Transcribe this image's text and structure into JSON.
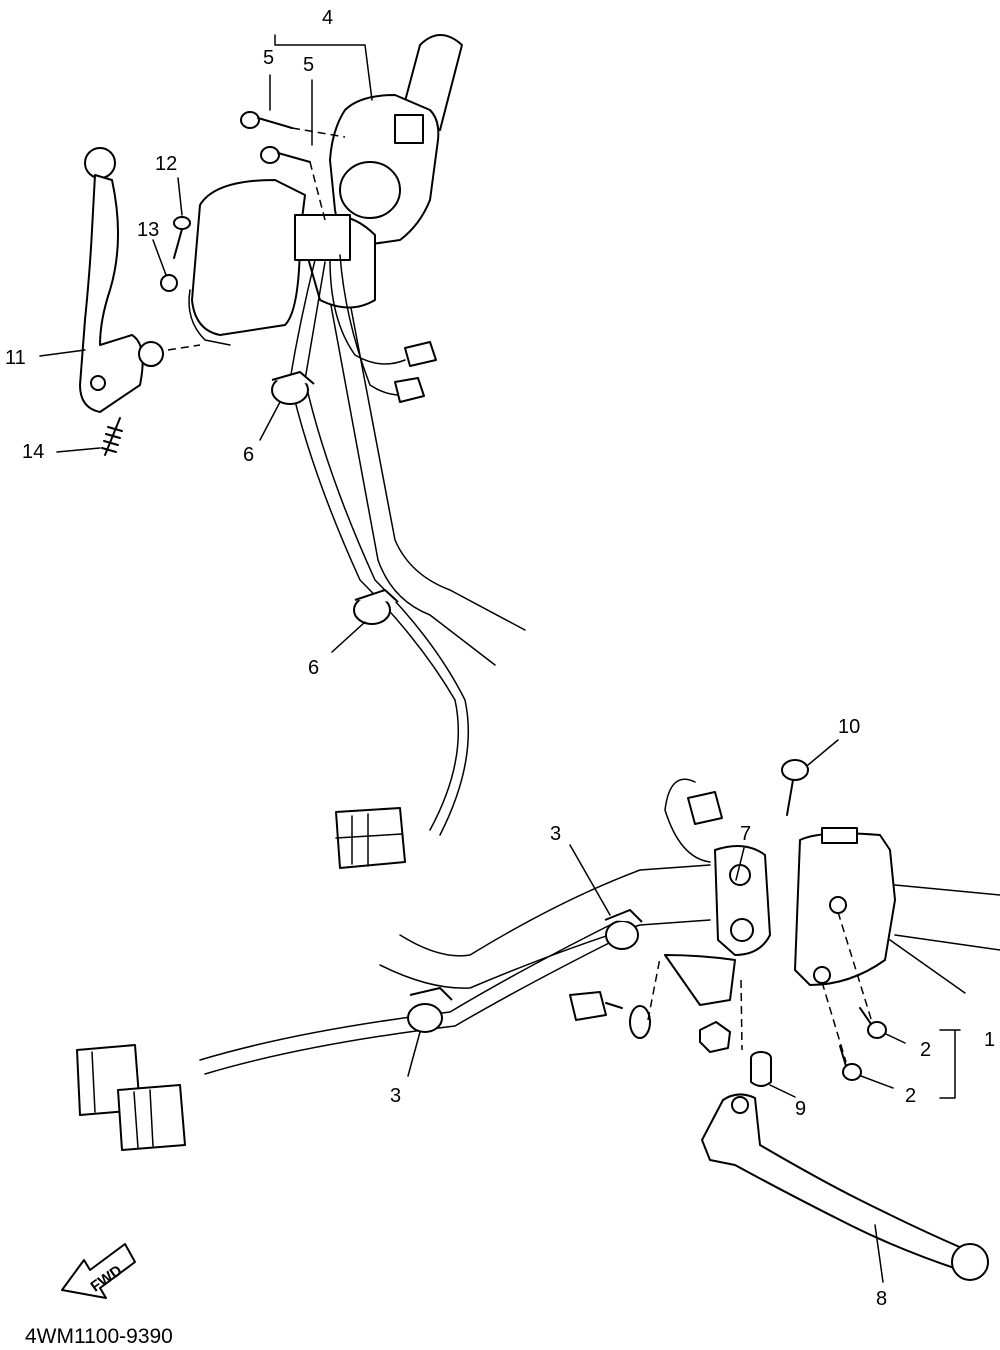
{
  "diagram": {
    "callouts": {
      "c1": "1",
      "c2a": "2",
      "c2b": "2",
      "c3a": "3",
      "c3b": "3",
      "c4": "4",
      "c5a": "5",
      "c5b": "5",
      "c6a": "6",
      "c6b": "6",
      "c7": "7",
      "c8": "8",
      "c9": "9",
      "c10": "10",
      "c11": "11",
      "c12": "12",
      "c13": "13",
      "c14": "14"
    },
    "fwd_label": "FWD",
    "diagram_code": "4WM1100-9390"
  }
}
